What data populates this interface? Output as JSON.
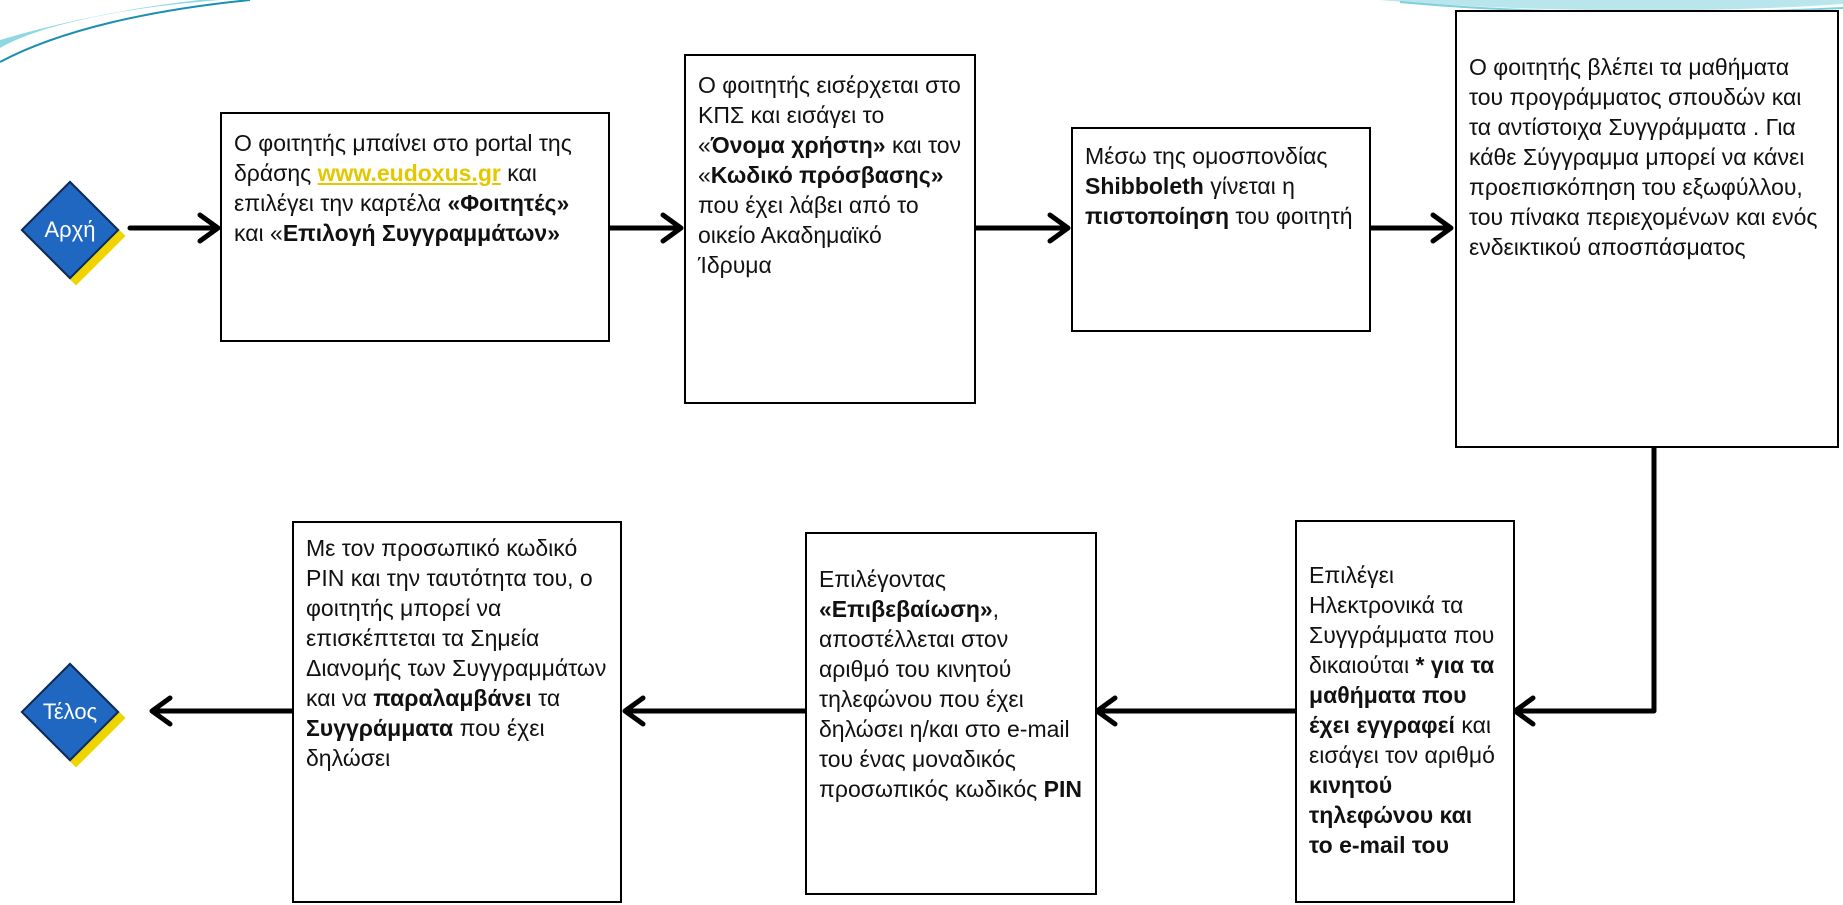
{
  "start": {
    "label": "Αρχή"
  },
  "end": {
    "label": "Τέλος"
  },
  "steps": {
    "s1": {
      "line1": "Ο φοιτητής μπαίνει στο portal της δράσης ",
      "link": "www.eudoxus.gr",
      "line2": "  και επιλέγει την καρτέλα ",
      "bold1": "«Φοιτητές»",
      "line3": " και  «",
      "bold2": "Επιλογή Συγγραμμάτων»"
    },
    "s2": {
      "line1": "Ο φοιτητής εισέρχεται στο ΚΠΣ και εισάγει το «",
      "bold1": "Όνομα χρήστη»",
      "line2": " και τον «",
      "bold2": "Κωδικό πρόσβασης»",
      "line3": " που έχει λάβει από το οικείο Ακαδημαϊκό Ίδρυμα"
    },
    "s3": {
      "line1": "Μέσω της ομοσπονδίας ",
      "bold1": "Shibboleth",
      "line2": " γίνεται η ",
      "bold2": "πιστοποίηση",
      "line3": " του φοιτητή"
    },
    "s4": {
      "text": "Ο φοιτητής βλέπει τα μαθήματα του προγράμματος σπουδών και τα αντίστοιχα Συγγράμματα . Για κάθε Σύγγραμμα μπορεί να κάνει προεπισκόπηση του εξωφύλλου, του πίνακα περιεχομένων και ενός ενδεικτικού αποσπάσματος"
    },
    "s5": {
      "line1": "Επιλέγει Ηλεκτρονικά τα Συγγράμματα που δικαιούται ",
      "bold1": "* για τα μαθήματα που έχει εγγραφεί",
      "line2": " και εισάγει τον αριθμό ",
      "bold2": "κινητού τηλεφώνου και το e-mail του"
    },
    "s6": {
      "line1": "Επιλέγοντας ",
      "bold1": "«Επιβεβαίωση»",
      "line2": ", αποστέλλεται στον αριθμό του κινητού τηλεφώνου που έχει δηλώσει  η/και στο e-mail του ένας μοναδικός προσωπικός κωδικός ",
      "bold2": "PIN"
    },
    "s7": {
      "line1": "Με τον προσωπικό κωδικό PIN και την ταυτότητα του, ο φοιτητής μπορεί να επισκέπτεται τα Σημεία Διανομής των Συγγραμμάτων και να ",
      "bold1": "παραλαμβάνει",
      "line2": " τα ",
      "bold2": "Συγγράμματα",
      "line3": " που έχει δηλώσει"
    }
  },
  "colors": {
    "diamond_fill": "#1f67c0",
    "diamond_shadow": "#f0d400",
    "link": "#e5c700",
    "decor_teal": "#35b8c8"
  }
}
